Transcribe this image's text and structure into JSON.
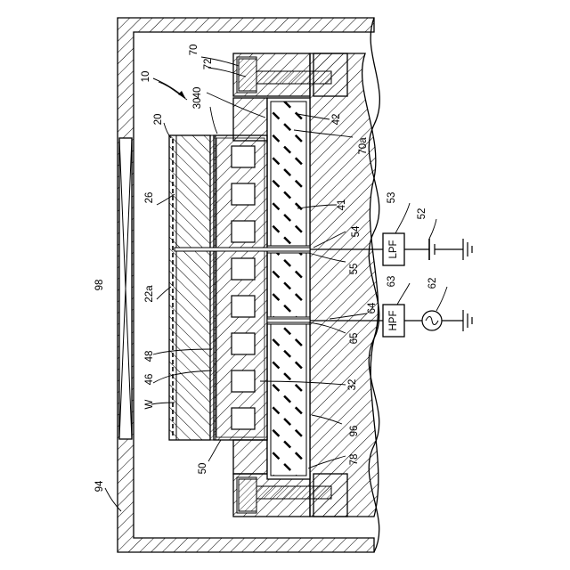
{
  "labels": {
    "l10": "10",
    "l20": "20",
    "l22a": "22a",
    "l26": "26",
    "l30": "30",
    "l32": "32",
    "l40": "40",
    "l41": "41",
    "l42": "42",
    "l46": "46",
    "l48": "48",
    "l50": "50",
    "l52": "52",
    "l53": "53",
    "l54": "54",
    "l55": "55",
    "l62": "62",
    "l63": "63",
    "l64": "64",
    "l65": "65",
    "l70": "70",
    "l70a": "70a",
    "l72": "72",
    "l78": "78",
    "l94": "94",
    "l96": "96",
    "l98": "98",
    "lW": "W"
  },
  "filters": {
    "lpf": "LPF",
    "hpf": "HPF"
  }
}
